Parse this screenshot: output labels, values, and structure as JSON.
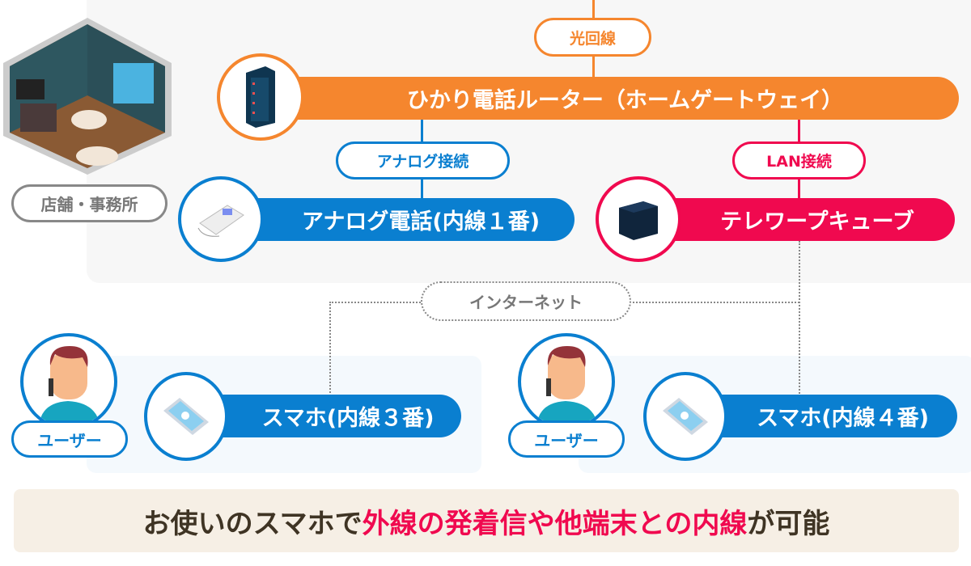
{
  "office": {
    "label": "店舗・事務所"
  },
  "fiber": {
    "label": "光回線"
  },
  "router": {
    "label": "ひかり電話ルーター（ホームゲートウェイ）"
  },
  "analog_conn": {
    "label": "アナログ接続"
  },
  "lan_conn": {
    "label": "LAN接続"
  },
  "analog_phone": {
    "label": "アナログ電話(内線１番)"
  },
  "telework_cube": {
    "label": "テレワープキューブ"
  },
  "internet": {
    "label": "インターネット"
  },
  "users": [
    {
      "label": "ユーザー",
      "device": "スマホ(内線３番)"
    },
    {
      "label": "ユーザー",
      "device": "スマホ(内線４番)"
    }
  ],
  "banner": {
    "part1": "お使いのスマホで",
    "highlight": "外線の発着信や他端末との内線",
    "part2": "が可能"
  },
  "colors": {
    "orange": "#f5862e",
    "blue": "#0a7fd0",
    "pink": "#f0094f",
    "grey": "#888888"
  }
}
